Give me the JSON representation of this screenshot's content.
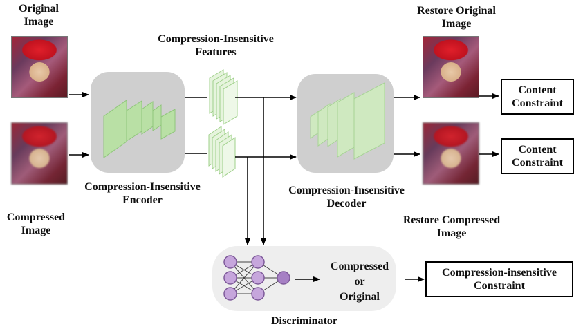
{
  "labels": {
    "original_image": [
      "Original",
      "Image"
    ],
    "compressed_image": [
      "Compressed",
      "Image"
    ],
    "features": [
      "Compression-Insensitive",
      "Features"
    ],
    "encoder": [
      "Compression-Insensitive",
      "Encoder"
    ],
    "decoder": [
      "Compression-Insensitive",
      "Decoder"
    ],
    "restore_original": [
      "Restore Original",
      "Image"
    ],
    "restore_compressed": [
      "Restore Compressed",
      "Image"
    ],
    "discriminator": "Discriminator",
    "decision": [
      "Compressed",
      "or",
      "Original"
    ]
  },
  "constraints": {
    "content_top": [
      "Content",
      "Constraint"
    ],
    "content_bottom": [
      "Content",
      "Constraint"
    ],
    "compression": [
      "Compression-insensitive",
      "Constraint"
    ]
  },
  "colors": {
    "layer_green": "#b9e0a5",
    "layer_dark": "#8fc67a",
    "node_purple": "#c6a6dc",
    "node_stroke": "#7e5a9a",
    "grey_box": "#cfcfcf"
  }
}
